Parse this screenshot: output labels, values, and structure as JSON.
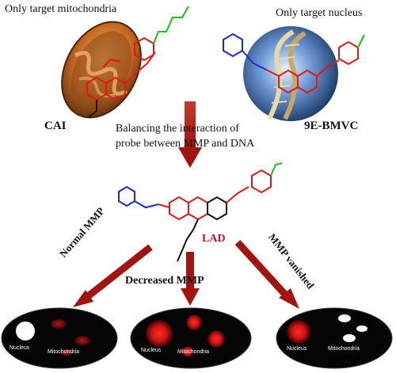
{
  "labels": {
    "only_mito": "Only target mitochondria",
    "only_nucleus": "Only target nucleus",
    "cai": "CAI",
    "ninee": "9E-BMVC",
    "balance_line1": "Balancing  the     interaction of",
    "balance_line2": "probe between  MMP and DNA",
    "lad": "LAD",
    "normal_mmp": "Normal MMP",
    "decreased_mmp": "Decreased  MMP",
    "mmp_vanished": "MMP vanished"
  },
  "cells": [
    {
      "nucleus": "Nucleus",
      "mito": "Mitochondria"
    },
    {
      "nucleus": "Nucleus",
      "mito": "Mitochondria"
    },
    {
      "nucleus": "Nucleus",
      "mito": "Mitochondria"
    }
  ],
  "colors": {
    "arrow": "#b01a1a",
    "bond_red": "#e01818",
    "bond_blue": "#1a2ad0",
    "bond_green": "#18c018",
    "label_red": "#c0101a",
    "cell_bg": "#050505"
  }
}
